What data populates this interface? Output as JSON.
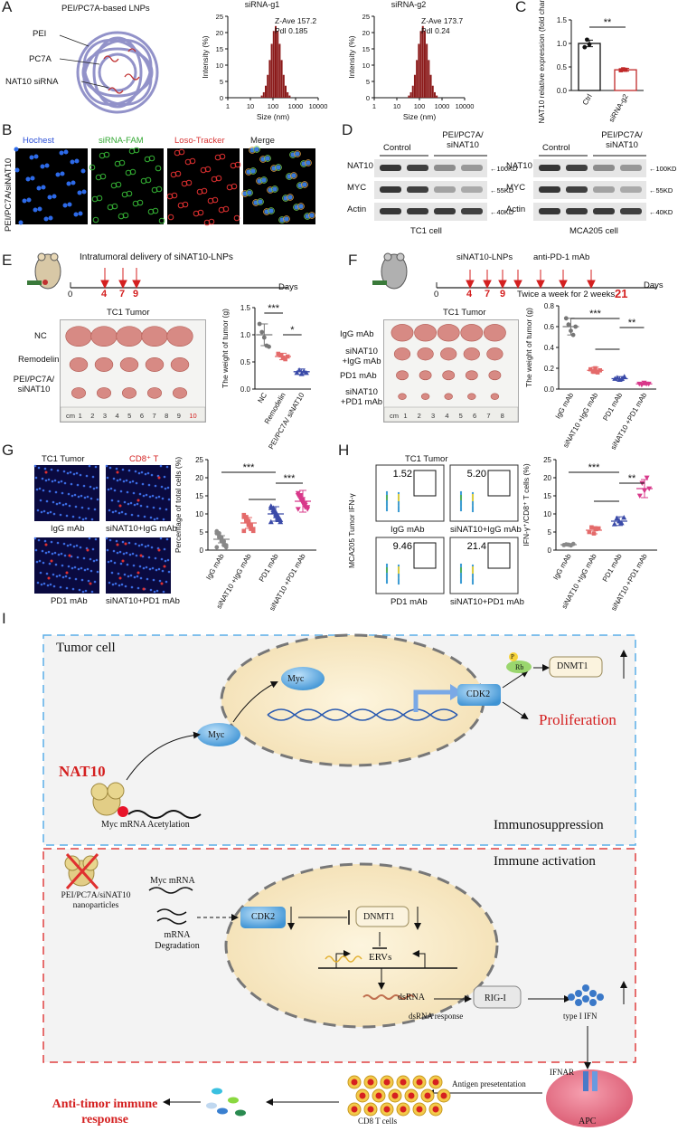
{
  "panels": {
    "A": "A",
    "B": "B",
    "C": "C",
    "D": "D",
    "E": "E",
    "F": "F",
    "G": "G",
    "H": "H",
    "I": "I"
  },
  "panelA": {
    "lnp_title": "PEI/PC7A-based LNPs",
    "labels": [
      "PEI",
      "PC7A",
      "NAT10 siRNA"
    ],
    "charts": [
      {
        "title": "siRNA-g1",
        "zave": "Z-Ave 157.2",
        "pdi": "PdI 0.185"
      },
      {
        "title": "siRNA-g2",
        "zave": "Z-Ave 173.7",
        "pdi": "PdI 0.24"
      }
    ],
    "ylabel": "Intensity (%)",
    "xlabel": "Size (nm)",
    "yticks": [
      "0",
      "5",
      "10",
      "15",
      "20",
      "25"
    ],
    "xticks": [
      "1",
      "10",
      "100",
      "1000",
      "10000"
    ]
  },
  "panelC": {
    "ylabel": "NAT10 relative expression (fold change)",
    "yticks": [
      "0.0",
      "0.5",
      "1.0",
      "1.5"
    ],
    "categories": [
      "Ctrl",
      "siRNA-g2"
    ],
    "sig": "**"
  },
  "panelB": {
    "channels": [
      "Hochest",
      "siRNA-FAM",
      "Loso-Tracker",
      "Merge"
    ],
    "channel_colors": [
      "#2b4fd8",
      "#33a833",
      "#d83333",
      "#222222"
    ],
    "row_label": "PEI/PC7A/siNAT10"
  },
  "panelD": {
    "groups": [
      "Control",
      "PEI/PC7A/ siNAT10"
    ],
    "rows": [
      "NAT10",
      "MYC",
      "Actin"
    ],
    "markers": [
      "100KD",
      "55KD",
      "40KD"
    ],
    "cells": [
      "TC1 cell",
      "MCA205 cell"
    ]
  },
  "panelE": {
    "timeline": "Intratumoral delivery of siNAT10-LNPs",
    "days_label": "Days",
    "zero": "0",
    "injection_days": [
      "4",
      "7",
      "9"
    ],
    "tumor_title": "TC1 Tumor",
    "rows": [
      "NC",
      "Remodelin",
      "PEI/PC7A/ siNAT10"
    ],
    "ruler": [
      "cm",
      "1",
      "2",
      "3",
      "4",
      "5",
      "6",
      "7",
      "8",
      "9",
      "10"
    ],
    "ylabel": "The weight of tumor (g)",
    "yticks": [
      "0.0",
      "0.5",
      "1.0",
      "1.5"
    ],
    "categories": [
      "NC",
      "Remodelin",
      "PEI/PC7A/ siNAT10"
    ],
    "sig": [
      "***",
      "*"
    ]
  },
  "panelF": {
    "timeline_a": "siNAT10-LNPs",
    "timeline_b": "anti-PD-1 mAb",
    "schedule": "Twice a week for 2 weeks",
    "days_label": "Days",
    "zero": "0",
    "injection_days": [
      "4",
      "7",
      "9",
      "21"
    ],
    "tumor_title": "TC1 Tumor",
    "rows": [
      "IgG mAb",
      "siNAT10 +IgG mAb",
      "PD1 mAb",
      "siNAT10 +PD1 mAb"
    ],
    "ruler": [
      "cm",
      "1",
      "2",
      "3",
      "4",
      "5",
      "6",
      "7",
      "8"
    ],
    "ylabel": "The weight of tumor (g)",
    "yticks": [
      "0.0",
      "0.2",
      "0.4",
      "0.6",
      "0.8"
    ],
    "categories": [
      "IgG mAb",
      "siNAT10 +IgG mAb",
      "PD1 mAb",
      "siNAT10 +PD1 mAb"
    ],
    "sig": [
      "***",
      "**"
    ]
  },
  "panelG": {
    "tumor": "TC1 Tumor",
    "marker": "CD8⁺ T",
    "captions": [
      "IgG mAb",
      "siNAT10+IgG mAb",
      "PD1 mAb",
      "siNAT10+PD1 mAb"
    ],
    "ylabel": "Percentage of total cells (%)",
    "yticks": [
      "0",
      "5",
      "10",
      "15",
      "20",
      "25"
    ],
    "categories": [
      "IgG mAb",
      "siNAT10 +IgG mAb",
      "PD1 mAb",
      "siNAT10 +PD1 mAb"
    ],
    "sig": [
      "***",
      "***"
    ]
  },
  "panelH": {
    "tumor": "TC1 Tumor",
    "side": "MCA205 Tumor IFN-γ",
    "values": [
      "1.52",
      "5.20",
      "9.46",
      "21.4"
    ],
    "captions": [
      "IgG mAb",
      "siNAT10+IgG mAb",
      "PD1 mAb",
      "siNAT10+PD1 mAb"
    ],
    "ylabel": "IFN-γ⁺/CD8⁺ T cells (%)",
    "yticks": [
      "0",
      "5",
      "10",
      "15",
      "20",
      "25"
    ],
    "categories": [
      "IgG mAb",
      "siNAT10 +IgG mAb",
      "PD1 mAb",
      "siNAT10 +PD1 mAb"
    ],
    "sig": [
      "***",
      "**"
    ]
  },
  "panelI": {
    "tumor_cell": "Tumor cell",
    "nat10": "NAT10",
    "myc": "Myc",
    "myc_mrna_acetylation": "Myc mRNA  Acetylation",
    "cdk2": "CDK2",
    "rb": "Rb",
    "p": "P",
    "dnmt1": "DNMT1",
    "proliferation": "Proliferation",
    "immunosuppression": "Immunosuppression",
    "immune_activation": "Immune activation",
    "nanoparticles": "PEI/PC7A/siNAT10 nanoparticles",
    "myc_mrna": "Myc mRNA",
    "mrna_degradation": "mRNA Degradation",
    "ervs": "ERVs",
    "dsrna": "dsRNA",
    "dsrna_response": "dsRNA response",
    "rig_i": "RIG-I",
    "type_i_ifn": "type I IFN",
    "ifnar": "IFNAR",
    "antigen": "Antigen presetentation",
    "apc": "APC",
    "cd8": "CD8 T cells",
    "antitumor": "Anti-timor immune response"
  },
  "colors": {
    "red": "#d42020",
    "bar": "#8b1a1a",
    "blue": "#4a9ad8",
    "dash_blue": "#5aaee8",
    "dash_red": "#e04040"
  }
}
